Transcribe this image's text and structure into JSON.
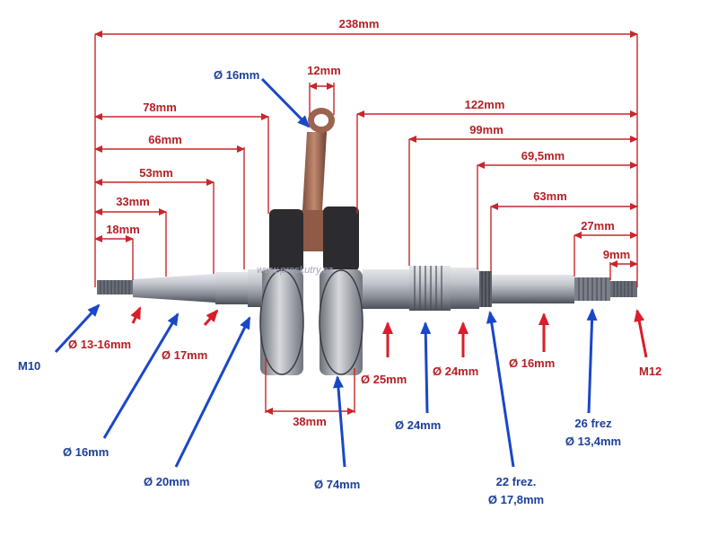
{
  "colors": {
    "dimension": "#c8262c",
    "annotation_red": "#d81e2a",
    "annotation_blue": "#1a47c8",
    "steel": "#b9bcc2",
    "steel_dark": "#5d6169",
    "crank_web": "#2b2b2e",
    "rod": "#a86a55"
  },
  "dimensions": {
    "overall": "238mm",
    "rod_width": "12mm",
    "left_78": "78mm",
    "left_66": "66mm",
    "left_53": "53mm",
    "left_33": "33mm",
    "left_18": "18mm",
    "right_122": "122mm",
    "right_99": "99mm",
    "right_69_5": "69,5mm",
    "right_63": "63mm",
    "right_27": "27mm",
    "right_9": "9mm",
    "web_gap": "38mm"
  },
  "labels": {
    "rod_eye": "Ø 16mm",
    "m10": "M10",
    "d13_16": "Ø 13-16mm",
    "d17": "Ø 17mm",
    "d16_left": "Ø 16mm",
    "d20": "Ø 20mm",
    "d74": "Ø 74mm",
    "d25": "Ø 25mm",
    "d24_blue": "Ø 24mm",
    "d24_red": "Ø 24mm",
    "d16_right": "Ø 16mm",
    "spline22_line1": "22 frez.",
    "spline22_line2": "Ø 17,8mm",
    "spline26_line1": "26 frez",
    "spline26_line2": "Ø 13,4mm",
    "m12": "M12",
    "watermark": "www.proskutry.cz"
  }
}
